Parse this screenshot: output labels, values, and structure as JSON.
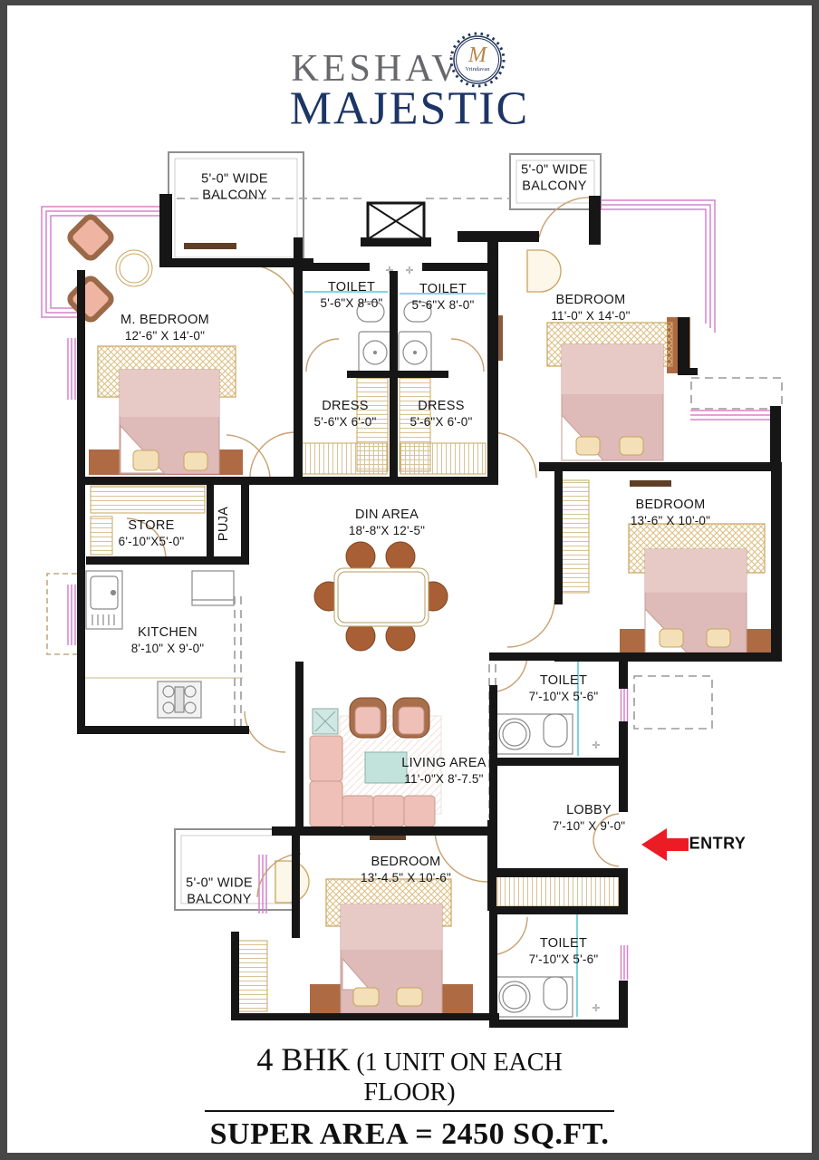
{
  "brand": {
    "keshav": "KESHAV",
    "majestic": "MAJESTIC",
    "badge_monogram": "M",
    "badge_sub": "Vrindavan"
  },
  "rooms": [
    {
      "line1": "5'-0\" WIDE",
      "line2": "BALCONY"
    },
    {
      "line1": "TOILET",
      "line2": "5'-6\"X 8'-0\""
    },
    {
      "line1": "TOILET",
      "line2": "5'-6\"X 8'-0\""
    },
    {
      "line1": "5'-0\" WIDE",
      "line2": "BALCONY"
    },
    {
      "line1": "M. BEDROOM",
      "line2": "12'-6\" X 14'-0\""
    },
    {
      "line1": "BEDROOM",
      "line2": "11'-0\" X 14'-0\""
    },
    {
      "line1": "DRESS",
      "line2": "5'-6\"X 6'-0\""
    },
    {
      "line1": "DRESS",
      "line2": "5'-6\"X 6'-0\""
    },
    {
      "line1": "DIN AREA",
      "line2": "18'-8\"X 12'-5\""
    },
    {
      "line1": "BEDROOM",
      "line2": "13'-6\" X 10'-0\""
    },
    {
      "line1": "STORE",
      "line2": "6'-10\"X5'-0\""
    },
    {
      "line1": "PUJA"
    },
    {
      "line1": "KITCHEN",
      "line2": "8'-10\" X 9'-0\""
    },
    {
      "line1": "TOILET",
      "line2": "7'-10\"X 5'-6\""
    },
    {
      "line1": "LIVING  AREA",
      "line2": "11'-0\"X 8'-7.5\""
    },
    {
      "line1": "LOBBY",
      "line2": "7'-10\" X 9'-0\""
    },
    {
      "line1": "BEDROOM",
      "line2": "13'-4.5\" X 10'-6\""
    },
    {
      "line1": "5'-0\" WIDE",
      "line2": "BALCONY"
    },
    {
      "line1": "TOILET",
      "line2": "7'-10\"X 5'-6\""
    }
  ],
  "entry": {
    "label": "ENTRY"
  },
  "footer": {
    "unit_type": "4 BHK",
    "unit_note": " (1 UNIT ON EACH FLOOR)",
    "super_area": "SUPER AREA = 2450 SQ.FT."
  },
  "colors": {
    "wall": "#161616",
    "railing_pink": "#d583cb",
    "entry_red": "#ec1c24",
    "brand_navy": "#1d3565",
    "brand_gray": "#67686c",
    "cyan_line": "#58c8d8"
  }
}
